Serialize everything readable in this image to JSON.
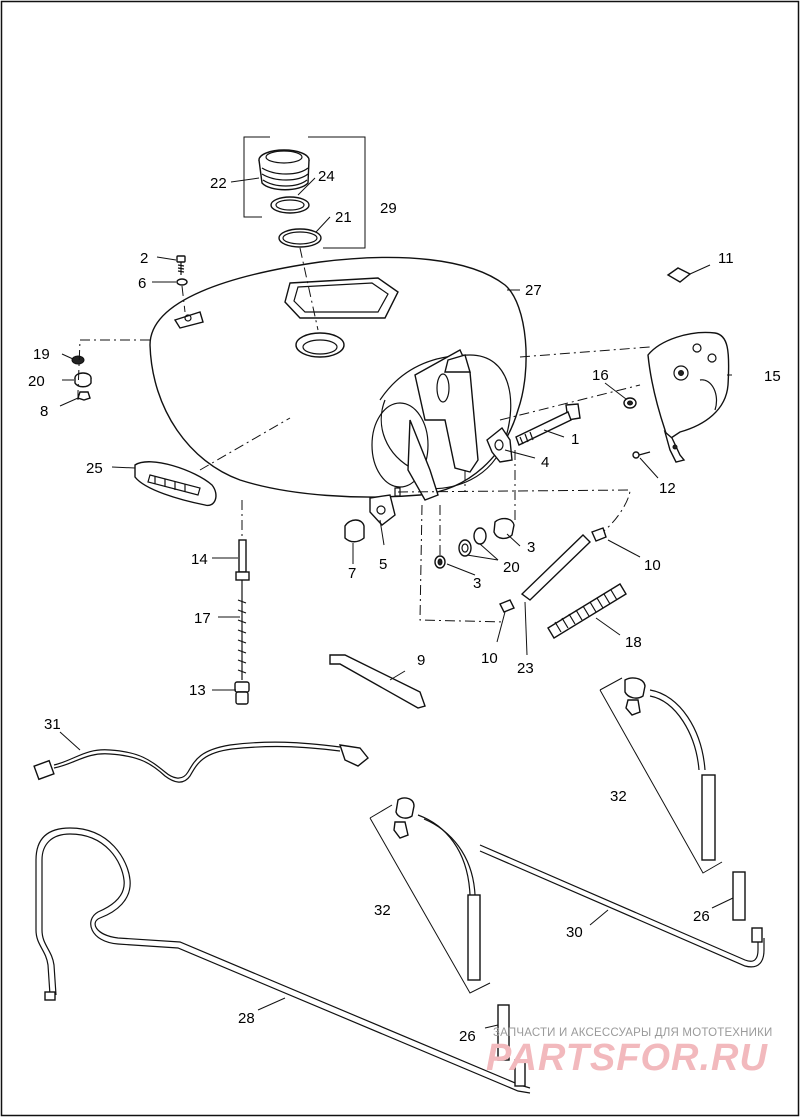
{
  "callouts": {
    "c1": "1",
    "c2": "2",
    "c3a": "3",
    "c3b": "3",
    "c4": "4",
    "c5": "5",
    "c6": "6",
    "c7": "7",
    "c8": "8",
    "c9": "9",
    "c10a": "10",
    "c10b": "10",
    "c11": "11",
    "c12": "12",
    "c13": "13",
    "c14": "14",
    "c15": "15",
    "c16": "16",
    "c17": "17",
    "c18": "18",
    "c19": "19",
    "c20a": "20",
    "c20b": "20",
    "c21": "21",
    "c22": "22",
    "c23": "23",
    "c24": "24",
    "c25": "25",
    "c26a": "26",
    "c26b": "26",
    "c27": "27",
    "c28": "28",
    "c29": "29",
    "c30": "30",
    "c31": "31",
    "c32a": "32",
    "c32b": "32"
  },
  "watermark": {
    "tagline": "ЗАПЧАСТИ И АКСЕССУАРЫ ДЛЯ МОТОТЕХНИКИ",
    "brand": "PARTSFOR.RU",
    "color": "#f2b9bd"
  }
}
